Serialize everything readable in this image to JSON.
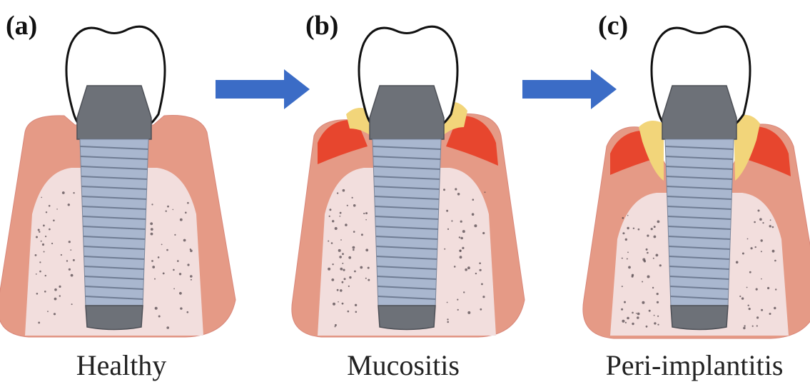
{
  "panels": [
    {
      "letter": "(a)",
      "caption": "Healthy",
      "stage": "healthy"
    },
    {
      "letter": "(b)",
      "caption": "Mucositis",
      "stage": "mucositis"
    },
    {
      "letter": "(c)",
      "caption": "Peri-implantitis",
      "stage": "peri-implantitis"
    }
  ],
  "colors": {
    "arrow": "#3b6cc6",
    "gum": "#e59a86",
    "gum_dark": "#d96b53",
    "inflamed": "#e8371f",
    "plaque": "#f2d57a",
    "bone": "#f2dedd",
    "implant_head": "#6d7178",
    "implant_body": "#a9b7cf",
    "crown_outline": "#111111"
  }
}
